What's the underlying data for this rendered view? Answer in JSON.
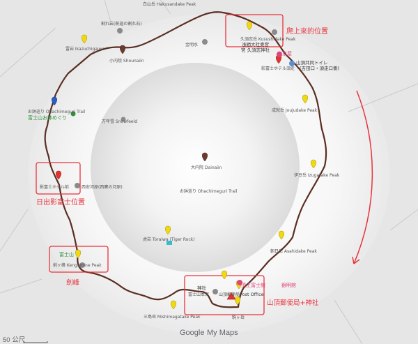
{
  "map": {
    "labels": {
      "hakusandake": "白山岳 Hakusandake Peak",
      "warei_kanji": "割れ岩(釈迦の割れ石)",
      "kusushidake": "久須志岳 Kusushidake Peak",
      "kusushi_shrine": "浅間大社奥宮",
      "kusushi_shrine2": "宮 久須志神社",
      "kinmeisui": "金明水",
      "ikazuchigaiwa": "雷岩 Ikazuchigaiwa",
      "shounaiin": "小内院 Shounaiin",
      "tokyo_ya": "東京屋",
      "toilet": "山頂共同トイレ",
      "toilet2": "(吉田口・須走口側)",
      "kagefuji_kusushi": "影富士ホテル須走",
      "joujudake": "成就岳 Joujudake Peak",
      "ohachimeguri_nw": "お鉢巡り Ohachimeguri Trail",
      "ohachimeguri_jp": "富士山お鉢めぐり",
      "manenyuki": "万年雪 Snowfeeld",
      "dainaiin": "大内院 Dainaiin",
      "izugatake": "伊豆岳 Izugatake Peak",
      "kagefuji_west": "影富士ホテル前",
      "saiankawara": "西安河原(西賽の河原)",
      "ohachimeguri_center": "お鉢巡り Ohachimeguri Trail",
      "toraiwa": "虎岩 Toraiwa (Tiger Rock)",
      "asahidake": "朝日岳 Asahidake Peak",
      "fujisan": "富士山",
      "kengamine": "剣ヶ峰 Kengamine Peak",
      "jinja": "神社",
      "fujisan_okumiya": "富士山本宮",
      "sancho_yubin": "山頂郵便局",
      "post_office": "Post Office",
      "sancho_fuji": "頂上富士館",
      "ginmeikan": "銀明館",
      "komagatake": "駒ヶ岳",
      "mishimagatake": "三島岳 Mishimagatake Peak"
    },
    "annotations": {
      "climb_up": "爬上來的位置",
      "sunrise_shadow": "日出影富士位置",
      "kengamine_peak": "劍峰",
      "post_shrine": "山頂郵便局+神社"
    },
    "footer": {
      "brand_google": "Google",
      "brand_mymaps": "My Maps",
      "scale": "50 公尺"
    },
    "colors": {
      "trail": "#5a2e22",
      "marker_yellow": "#f0d90f",
      "marker_brown": "#6d3a2d",
      "marker_red": "#e2332e",
      "marker_blue": "#2d5cc2",
      "marker_teal": "#3cbbcb",
      "annotation_red": "#e8333d"
    }
  }
}
